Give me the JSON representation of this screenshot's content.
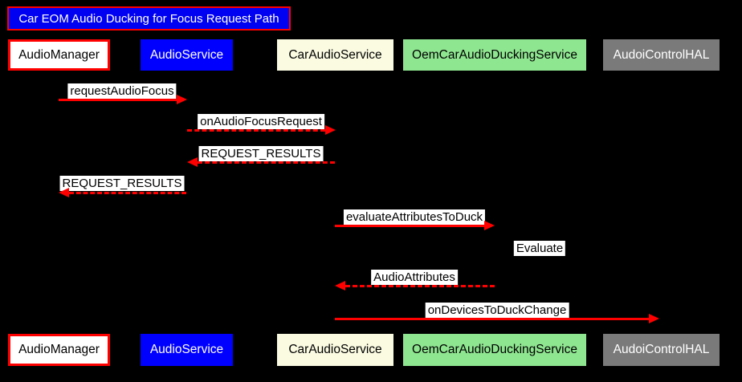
{
  "diagram": {
    "title": "Car EOM Audio Ducking for Focus Request Path",
    "type": "sequence-diagram"
  },
  "participants": [
    {
      "id": "audio-manager",
      "label": "AudioManager",
      "fill": "#ffffff",
      "text_color": "#000000",
      "border_color": "#ff0000"
    },
    {
      "id": "audio-service",
      "label": "AudioService",
      "fill": "#0000ff",
      "text_color": "#ffffff"
    },
    {
      "id": "car-audio-service",
      "label": "CarAudioService",
      "fill": "#fbfbe2",
      "text_color": "#000000"
    },
    {
      "id": "oem-car-audio-ducking-service",
      "label": "OemCarAudioDuckingService",
      "fill": "#8ee690",
      "text_color": "#000000"
    },
    {
      "id": "audoi-control-hal",
      "label": "AudoiControlHAL",
      "fill": "#7a7a7a",
      "text_color": "#ffffff"
    }
  ],
  "messages": [
    {
      "text": "requestAudioFocus",
      "from": "AudioManager",
      "to": "AudioService",
      "line": "solid",
      "direction": "right"
    },
    {
      "text": "onAudioFocusRequest",
      "from": "AudioService",
      "to": "CarAudioService",
      "line": "dashed",
      "direction": "right"
    },
    {
      "text": "REQUEST_RESULTS",
      "from": "CarAudioService",
      "to": "AudioService",
      "line": "dashed",
      "direction": "left"
    },
    {
      "text": "REQUEST_RESULTS",
      "from": "AudioService",
      "to": "AudioManager",
      "line": "dashed",
      "direction": "left"
    },
    {
      "text": "evaluateAttributesToDuck",
      "from": "CarAudioService",
      "to": "OemCarAudioDuckingService",
      "line": "solid",
      "direction": "right"
    },
    {
      "text": "Evaluate",
      "from": "OemCarAudioDuckingService",
      "to": "OemCarAudioDuckingService",
      "line": "none",
      "direction": "self"
    },
    {
      "text": "AudioAttributes",
      "from": "OemCarAudioDuckingService",
      "to": "CarAudioService",
      "line": "dashed",
      "direction": "left"
    },
    {
      "text": "onDevicesToDuckChange",
      "from": "CarAudioService",
      "to": "AudoiControlHAL",
      "line": "solid",
      "direction": "right"
    }
  ],
  "colors": {
    "background": "#000000",
    "arrow": "#ff0000",
    "message_label_bg": "#ffffff",
    "message_label_text": "#000000",
    "title_bg": "#0000f2",
    "title_border": "#ff0000",
    "title_text": "#ffffff"
  }
}
